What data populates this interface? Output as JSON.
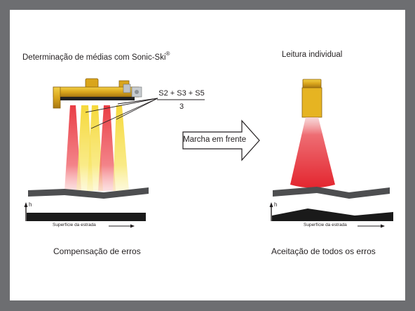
{
  "left": {
    "title": "Determinação de médias com Sonic-Ski",
    "title_sup": "®",
    "formula_numerator": "S2 + S3 + S5",
    "formula_denominator": "3",
    "axis_h": "h",
    "road_label": "Superfície da estrada",
    "caption": "Compensação de erros"
  },
  "right": {
    "title": "Leitura individual",
    "axis_h": "h",
    "road_label": "Superfície da estrada",
    "caption": "Aceitação de todos os erros"
  },
  "arrow_label": "Marcha em frente",
  "colors": {
    "frame": "#6d6e71",
    "panel": "#ffffff",
    "sensor_yellow": "#e6b422",
    "beam_red": "#e8323a",
    "beam_yellow": "#f7e34a",
    "road": "#4d4e50",
    "profile": "#1a1a1a"
  }
}
